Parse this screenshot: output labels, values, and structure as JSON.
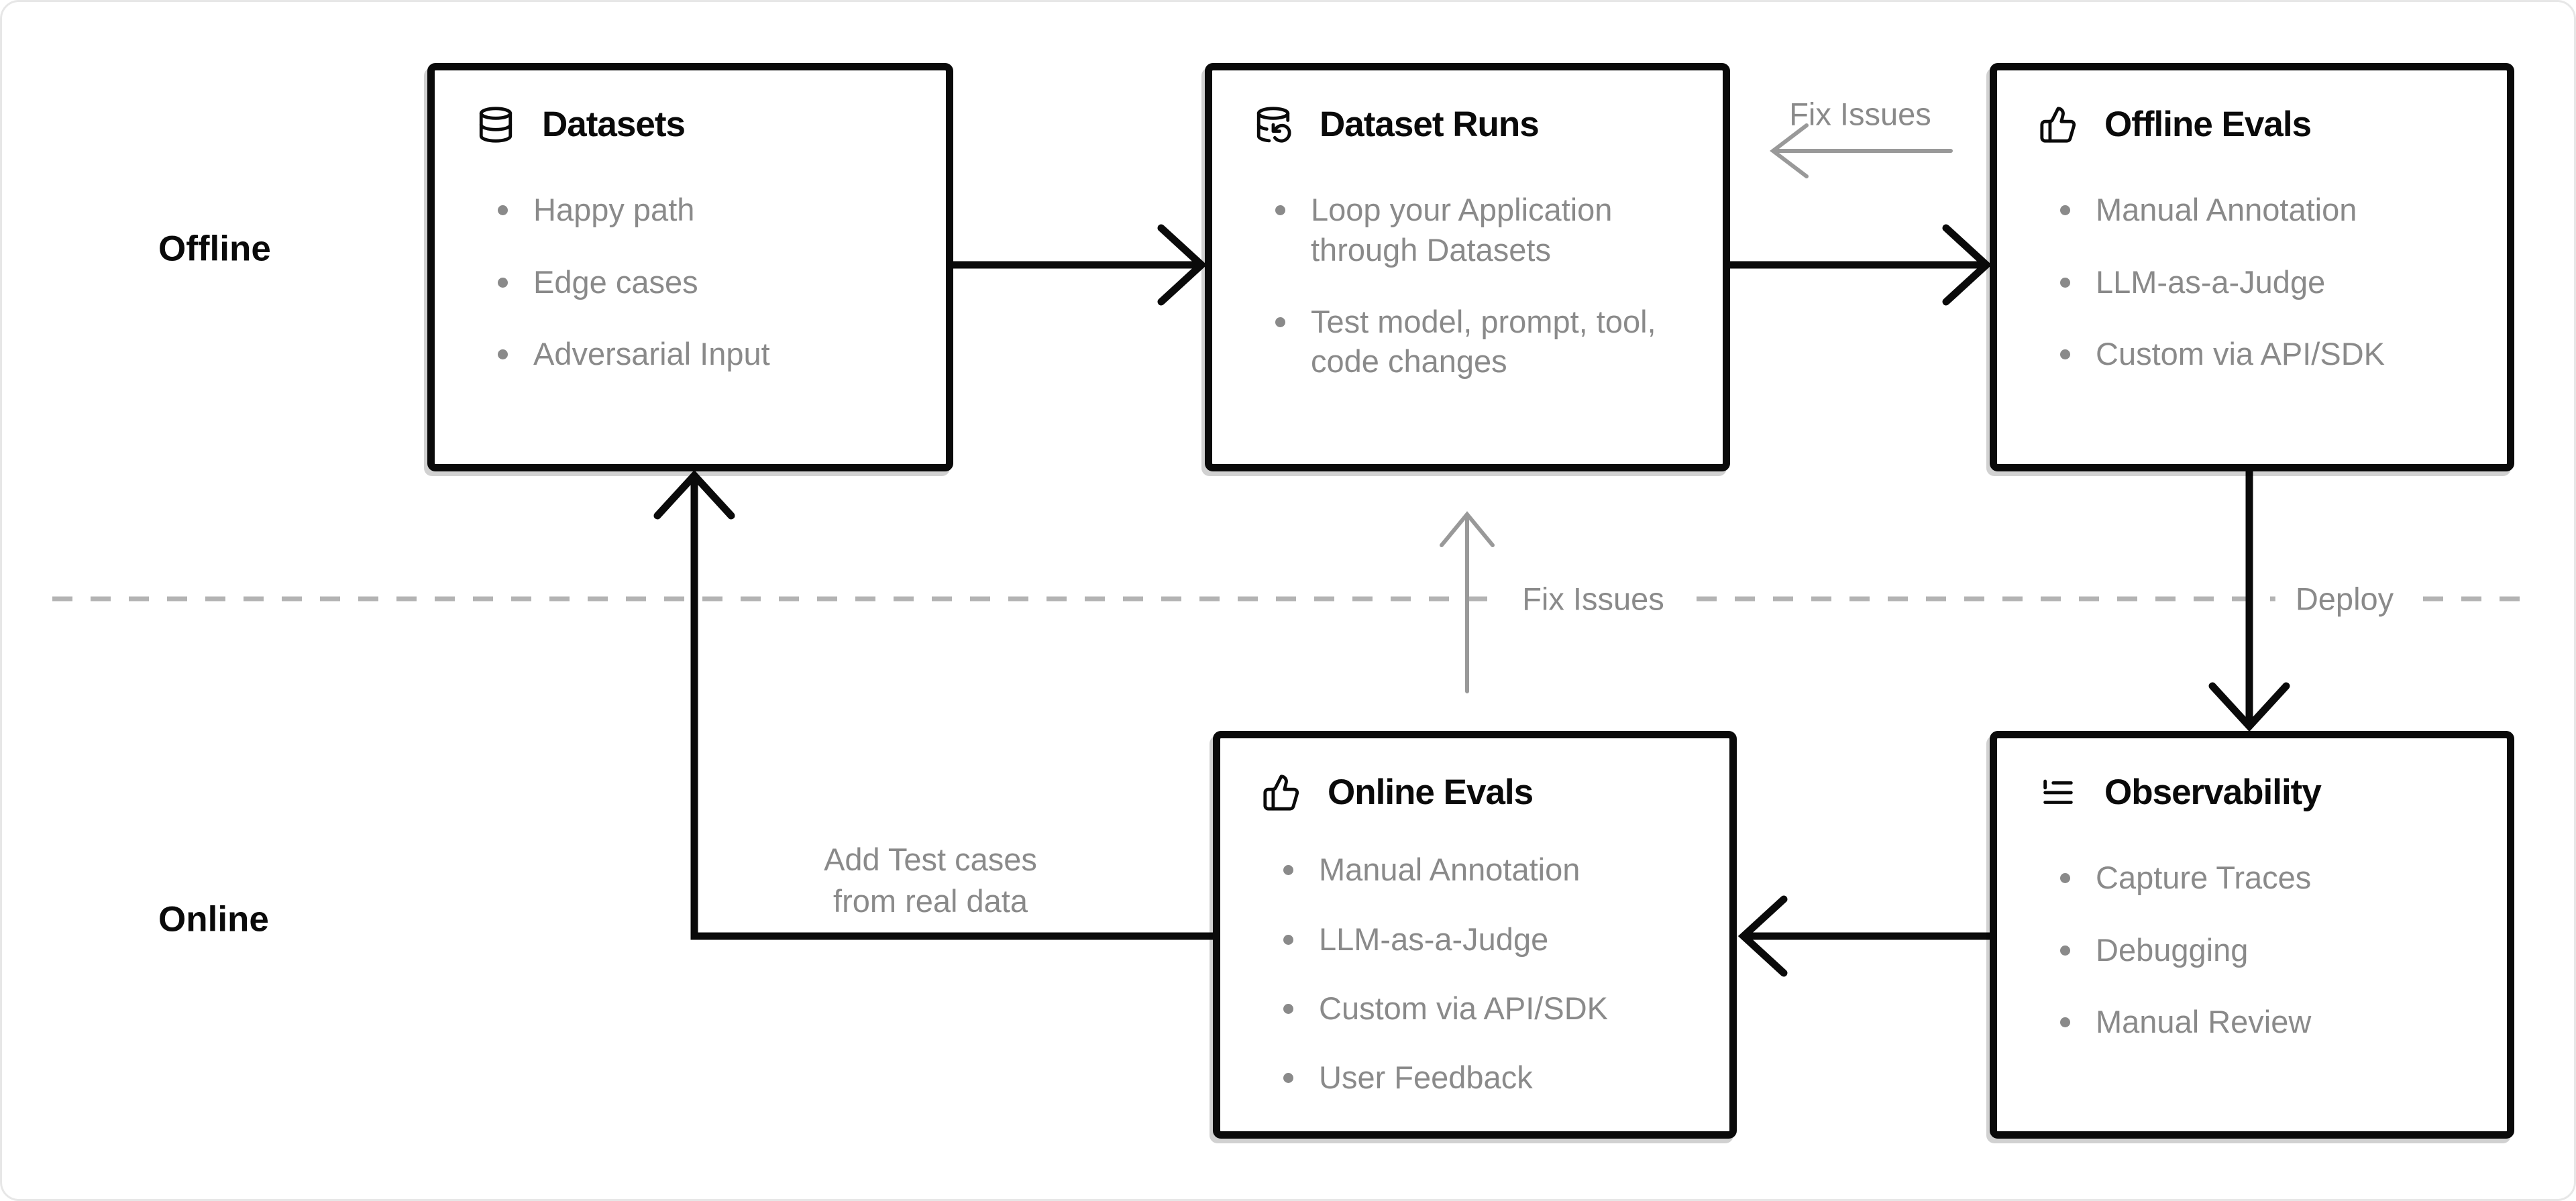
{
  "row_labels": {
    "offline": "Offline",
    "online": "Online"
  },
  "boxes": {
    "datasets": {
      "title": "Datasets",
      "icon": "database-icon",
      "items": [
        "Happy path",
        "Edge cases",
        "Adversarial Input"
      ]
    },
    "dataset_runs": {
      "title": "Dataset Runs",
      "icon": "database-refresh-icon",
      "items": [
        "Loop your Application through Datasets",
        "Test model, prompt, tool, code changes"
      ]
    },
    "offline_evals": {
      "title": "Offline Evals",
      "icon": "thumbs-up-icon",
      "items": [
        "Manual Annotation",
        "LLM-as-a-Judge",
        "Custom via API/SDK"
      ]
    },
    "online_evals": {
      "title": "Online Evals",
      "icon": "thumbs-up-icon",
      "items": [
        "Manual Annotation",
        "LLM-as-a-Judge",
        "Custom via API/SDK",
        "User Feedback"
      ]
    },
    "observability": {
      "title": "Observability",
      "icon": "list-icon",
      "items": [
        "Capture Traces",
        "Debugging",
        "Manual Review"
      ]
    }
  },
  "edge_labels": {
    "fix_issues_top": "Fix Issues",
    "fix_issues_mid": "Fix Issues",
    "deploy": "Deploy",
    "add_test_cases_line1": "Add Test cases",
    "add_test_cases_line2": "from real data"
  },
  "colors": {
    "box_border": "#0a0a0a",
    "muted_text": "#8a8a8a",
    "dashed_line": "#b3b3b3",
    "gray_arrow": "#999999",
    "page_border": "#e7e7e7"
  }
}
